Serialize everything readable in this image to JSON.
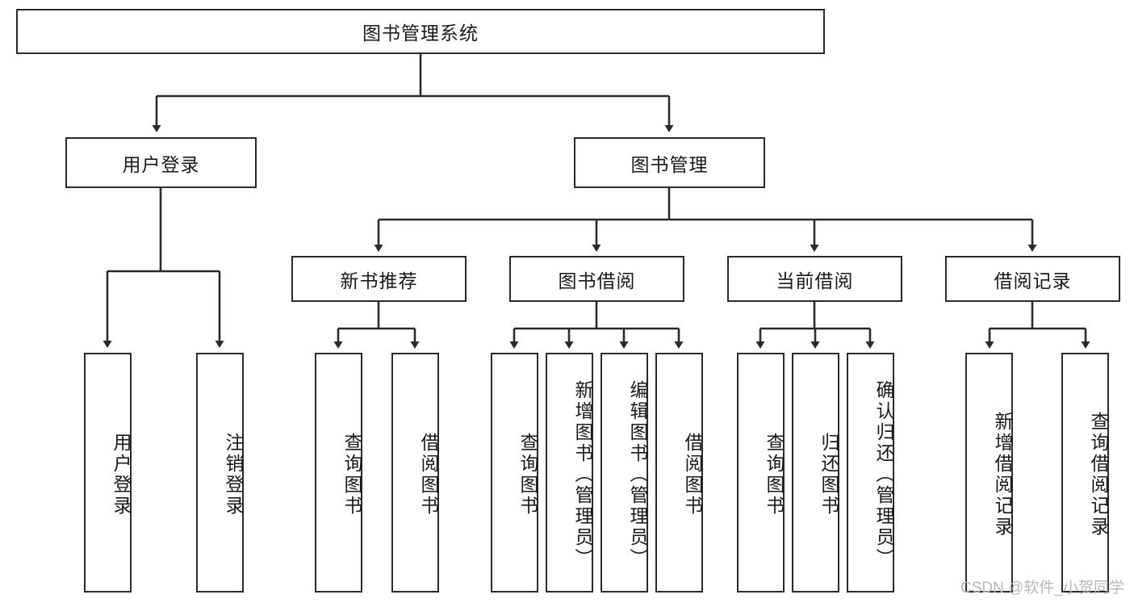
{
  "diagram": {
    "title": "图书管理系统",
    "watermark": "CSDN @软件_小贺同学",
    "stroke_color": "#2b2b2b",
    "fill_color": "#ffffff",
    "text_color": "#1a1a1a",
    "watermark_color": "#b9b9b9"
  },
  "nodes": {
    "root": {
      "label": "图书管理系统"
    },
    "level2": [
      {
        "label": "用户登录"
      },
      {
        "label": "图书管理"
      }
    ],
    "level3": [
      {
        "label": "新书推荐"
      },
      {
        "label": "图书借阅"
      },
      {
        "label": "当前借阅"
      },
      {
        "label": "借阅记录"
      }
    ],
    "leaves_user_login": [
      {
        "label": "用户登录"
      },
      {
        "label": "注销登录"
      }
    ],
    "leaves_new_book": [
      {
        "label": "查询图书"
      },
      {
        "label": "借阅图书"
      }
    ],
    "leaves_borrow": [
      {
        "label": "查询图书"
      },
      {
        "label": "新增图书（管理员）"
      },
      {
        "label": "编辑图书（管理员）"
      },
      {
        "label": "借阅图书"
      }
    ],
    "leaves_current": [
      {
        "label": "查询图书"
      },
      {
        "label": "归还图书"
      },
      {
        "label": "确认归还（管理员）"
      }
    ],
    "leaves_record": [
      {
        "label": "新增借阅记录"
      },
      {
        "label": "查询借阅记录"
      }
    ]
  }
}
